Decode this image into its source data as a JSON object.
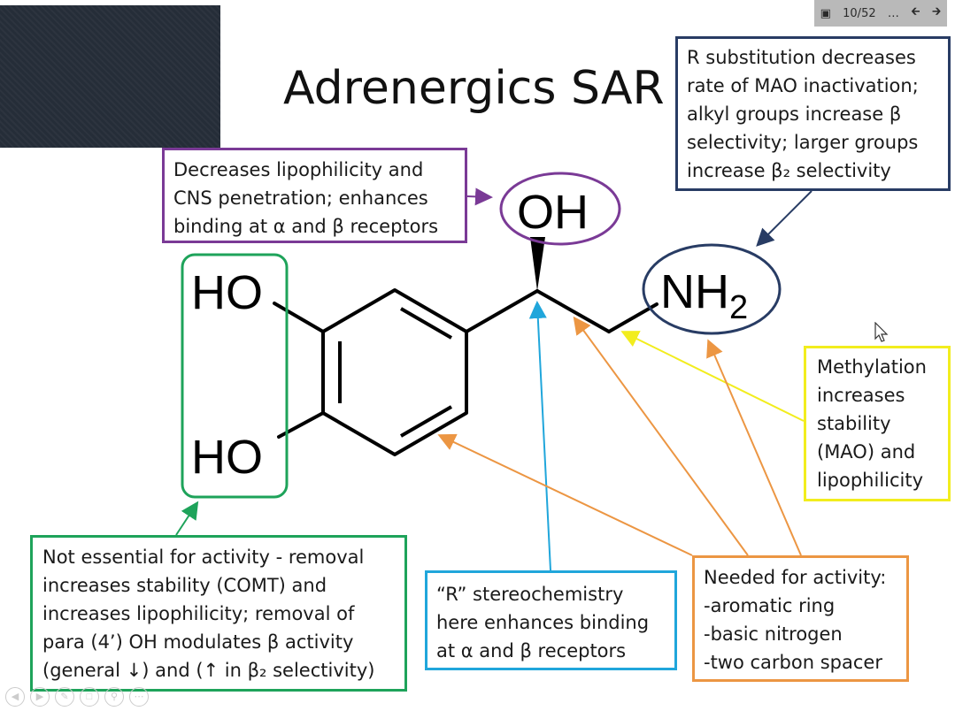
{
  "slide": {
    "title": "Adrenergics SAR"
  },
  "toolbar": {
    "page_counter": "10/52",
    "more": "…"
  },
  "molecule": {
    "oh_top": "OH",
    "ho_upper": "HO",
    "ho_lower": "HO",
    "amine": "NH",
    "amine_sub": "2"
  },
  "annotations": {
    "hydroxyl_note": "Decreases lipophilicity and\nCNS penetration; enhances\nbinding at α and β receptors",
    "r_substitution_note": "R substitution decreases\nrate of MAO inactivation;\nalkyl groups increase β\nselectivity; larger groups\nincrease β₂ selectivity",
    "methylation_note": "Methylation\nincreases\nstability\n(MAO) and\nlipophilicity",
    "catechol_note": "Not essential for activity - removal\nincreases stability (COMT) and\nincreases lipophilicity; removal of\npara (4’) OH modulates β activity\n(general ↓) and (↑ in β₂ selectivity)",
    "stereo_note": "“R” stereochemistry\nhere enhances binding\nat α and β receptors",
    "required_note": "Needed for activity:\n-aromatic ring\n-basic nitrogen\n-two carbon spacer"
  },
  "colors": {
    "purple": "#7a3a96",
    "navy": "#283c64",
    "yellow": "#f2ed1e",
    "green": "#1ea35a",
    "blue": "#20a6db",
    "orange": "#ec9643"
  },
  "icons": [
    "screen-icon",
    "page-counter",
    "more-icon",
    "arrow-left-icon",
    "arrow-right-icon",
    "cursor-icon"
  ]
}
